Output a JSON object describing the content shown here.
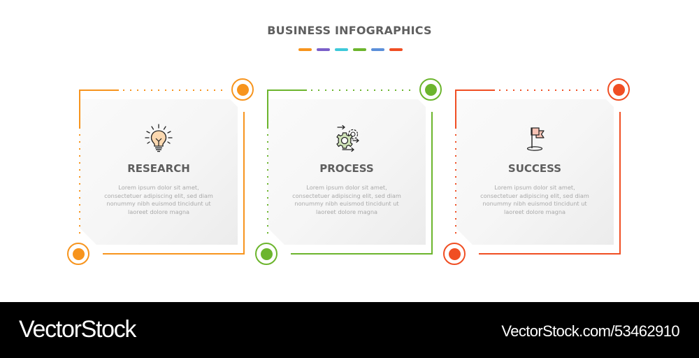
{
  "header": {
    "title": "BUSINESS INFOGRAPHICS",
    "color_dashes": [
      "#f7941d",
      "#7b5fc9",
      "#3ec9d9",
      "#6cb52d",
      "#5b8fd9",
      "#f04e23"
    ]
  },
  "steps": [
    {
      "title": "RESEARCH",
      "icon": "lightbulb-icon",
      "color": "#f7941d",
      "icon_fill": "#fbd8b0",
      "description": [
        "Lorem ipsum dolor sit amet,",
        "consectetuer adipiscing elit, sed diam",
        "nonummy nibh euismod tincidunt ut",
        "laoreet dolore magna"
      ]
    },
    {
      "title": "PROCESS",
      "icon": "gears-icon",
      "color": "#6cb52d",
      "icon_fill": "#cfe3b8",
      "description": [
        "Lorem ipsum dolor sit amet,",
        "consectetuer adipiscing elit, sed diam",
        "nonummy nibh euismod tincidunt ut",
        "laoreet dolore magna"
      ]
    },
    {
      "title": "SUCCESS",
      "icon": "flag-icon",
      "color": "#f04e23",
      "icon_fill": "#f8c3b5",
      "description": [
        "Lorem ipsum dolor sit amet,",
        "consectetuer adipiscing elit, sed diam",
        "nonummy nibh euismod tincidunt ut",
        "laoreet dolore magna"
      ]
    }
  ],
  "footer": {
    "brand": "VectorStock",
    "url": "VectorStock.com/53462910"
  }
}
